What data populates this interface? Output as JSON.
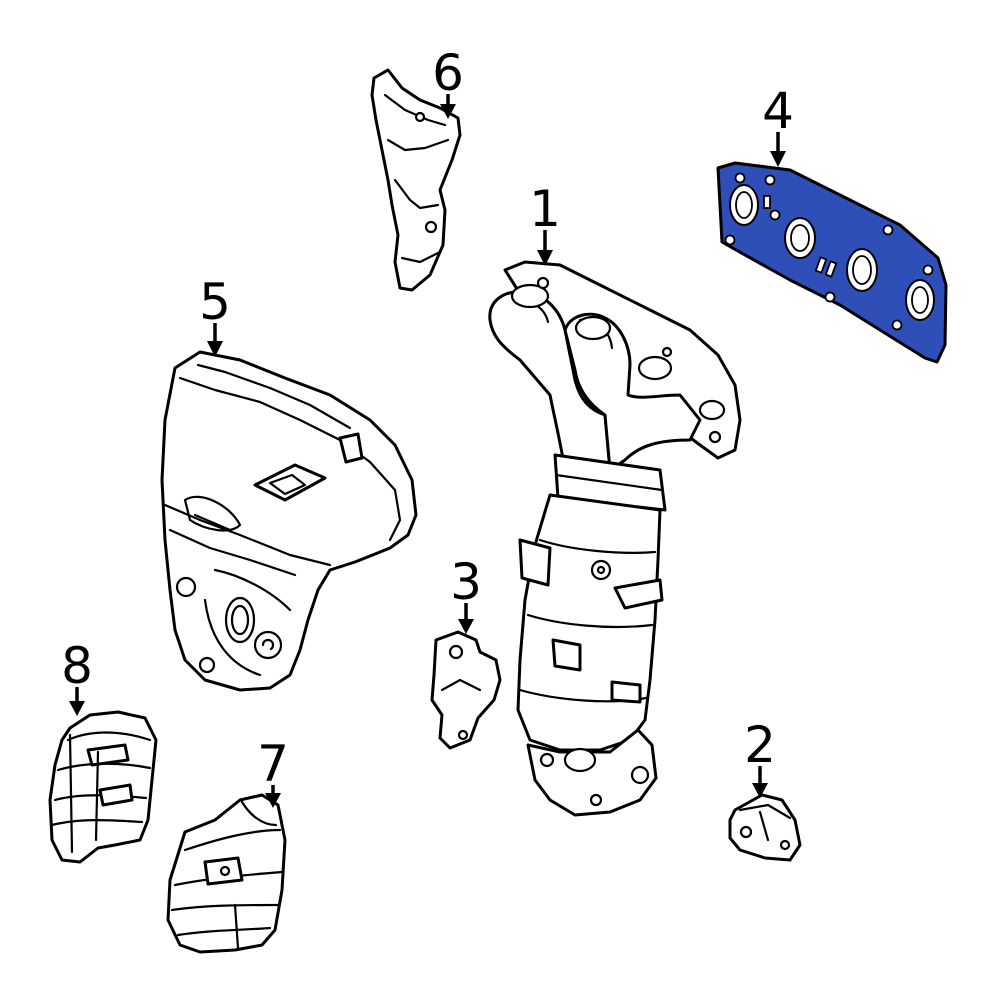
{
  "callouts": [
    {
      "id": "1",
      "label": "1"
    },
    {
      "id": "2",
      "label": "2"
    },
    {
      "id": "3",
      "label": "3"
    },
    {
      "id": "4",
      "label": "4"
    },
    {
      "id": "5",
      "label": "5"
    },
    {
      "id": "6",
      "label": "6"
    },
    {
      "id": "7",
      "label": "7"
    },
    {
      "id": "8",
      "label": "8"
    }
  ],
  "colors": {
    "highlight": "#2f4fb8",
    "line": "#000000",
    "background": "#ffffff"
  }
}
